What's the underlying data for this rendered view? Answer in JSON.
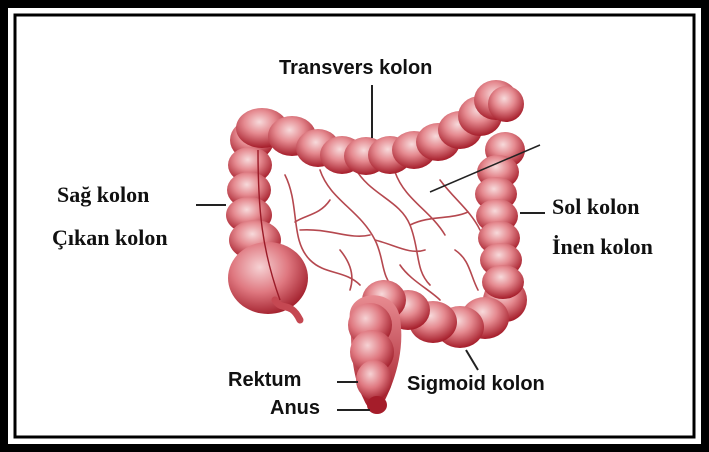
{
  "labels": {
    "transverse": "Transvers kolon",
    "right_colon": "Sağ kolon",
    "ascending_colon": "Çıkan kolon",
    "left_colon": "Sol kolon",
    "descending_colon": "İnen kolon",
    "rectum": "Rektum",
    "anus": "Anus",
    "sigmoid": "Sigmoid kolon"
  },
  "colors": {
    "tissue_light": "#f2c3c6",
    "tissue_mid": "#d9646c",
    "tissue_dark": "#a51d2a",
    "vessel": "#b5484f",
    "frame": "#000000"
  }
}
